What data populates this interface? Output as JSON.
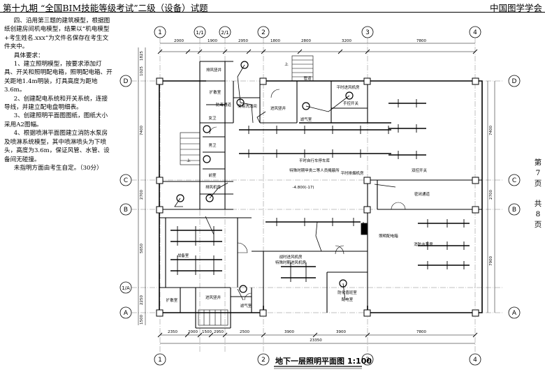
{
  "header": {
    "left": "第十九期 “全国BIM技能等级考试”二级（设备）试题",
    "right": "中国图学学会"
  },
  "task": {
    "intro": "四、沿用第三题的建筑模型，根据图纸创建房间机电模型，结果以“机电模型+考生姓名.xxx”为文件名保存在考生文件夹中。",
    "req_title": "具体要求：",
    "items": [
      "1、建立照明模型，按要求添加灯具、开关和照明配电箱，照明配电箱、开关距地1.4m明装，灯具高度为距地3.6m。",
      "2、创建配电系统和开关系统，连接导线，并建立配电盘明细表。",
      "3、创建照明平面图图纸，图纸大小采用A2图幅。",
      "4、根据喷淋平面图建立消防水泵房及喷淋系统模型，其中喷淋喷头为下喷头，高度为3.6m，保证风管、水管、设备间无碰撞。",
      "未指明方面由考生自定。（30分）"
    ]
  },
  "page_info": {
    "chars": [
      "第",
      "7",
      "页",
      "共",
      "8",
      "页"
    ]
  },
  "drawing": {
    "title": "地下一层照明平面图",
    "scale": "1:100",
    "axes_top": [
      "1",
      "1/1",
      "2/1",
      "2",
      "3",
      "4"
    ],
    "axes_bottom": [
      "1",
      "2",
      "3",
      "4"
    ],
    "axes_left": [
      "D",
      "C",
      "B",
      "1/A",
      "A"
    ],
    "axes_right": [
      "D",
      "C",
      "B",
      "A"
    ],
    "dims_top": [
      "2000",
      "1900",
      "2950",
      "1800",
      "2800",
      "3200",
      "7800"
    ],
    "dims_bottom": [
      "2350",
      "2000",
      "1500",
      "2950",
      "2500",
      "3900",
      "3900",
      "7800"
    ],
    "dim_total": "23350",
    "dims_left": [
      "1825",
      "1025",
      "7400",
      "2700",
      "5650",
      "2250",
      "1500"
    ],
    "dims_right": [
      "7400",
      "2700",
      "7900"
    ],
    "rooms": {
      "smoke_shaft": "排风竖井",
      "press_room_1": "扩散室",
      "press_room_2": "扩散室",
      "decon": "防毒通道",
      "wash": "简易洗消间",
      "vent_shaft": "进风竖井",
      "exhaust_room": "滤气室",
      "ag_shaft": "进风竖井",
      "toilet_f": "女卫",
      "toilet_m": "男卫",
      "entry": "前室",
      "corridor_room": "排风机房",
      "control_switch": "手控开关",
      "airlock": "密闭通道",
      "civil_space": "战备室",
      "main_hall_1": "平时自行车停车库",
      "main_hall_2": "特殊时期甲类二等人员掩蔽所",
      "elev_text": "-4.800(-17)",
      "fan_room_1": "平时进风机房",
      "fan_room_2": "战时进风机房",
      "power_room": "防化值班室",
      "power_room_2": "配电室",
      "gas_room": "滤气室",
      "pump_room": "消防水泵房",
      "panel": "照明配电箱",
      "pipe": "管道",
      "switch_2": "双控开关",
      "up_1": "上",
      "up_2": "上",
      "special_fan": "特殊时期进风机房",
      "normal_fan": "平时排烟机房"
    }
  },
  "colors": {
    "line": "#000000",
    "grid": "#555555",
    "paper": "#ffffff"
  }
}
